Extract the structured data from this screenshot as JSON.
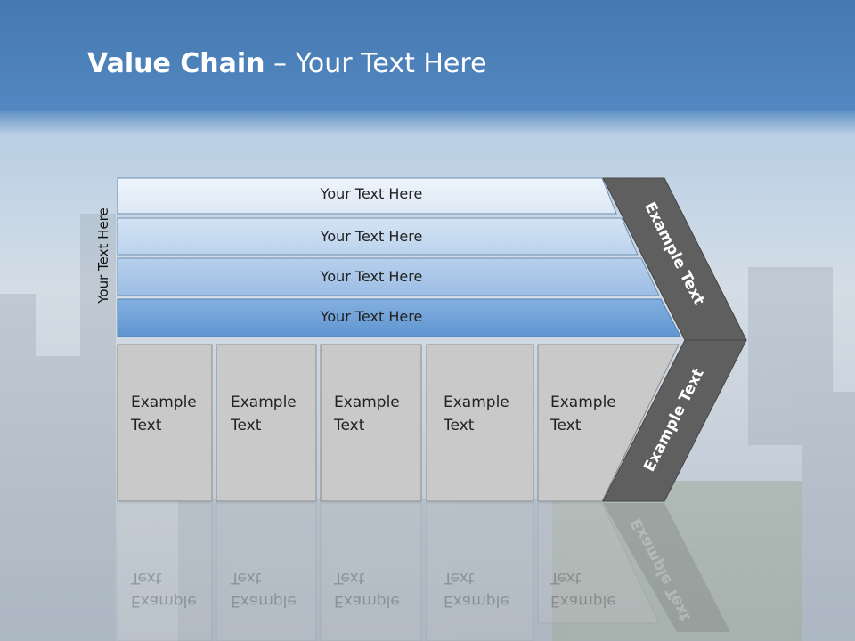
{
  "title": {
    "bold": "Value Chain",
    "rest": " – Your Text Here"
  },
  "side_label": "Your Text Here",
  "rows": [
    "Your Text Here",
    "Your Text Here",
    "Your Text Here",
    "Your Text Here"
  ],
  "cells": [
    {
      "line1": "Example",
      "line2": "Text"
    },
    {
      "line1": "Example",
      "line2": "Text"
    },
    {
      "line1": "Example",
      "line2": "Text"
    },
    {
      "line1": "Example",
      "line2": "Text"
    },
    {
      "line1": "Example",
      "line2": "Text"
    }
  ],
  "chevron_upper": "Example Text",
  "chevron_lower": "Example Text",
  "colors": {
    "row1": "#e2edf8",
    "row2": "#c3d8ef",
    "row3": "#a4c2e6",
    "row4": "#6fa1d6",
    "cell": "#c8c8c8",
    "chevron": "#5f5f5f",
    "header": "#4a7fb8"
  }
}
